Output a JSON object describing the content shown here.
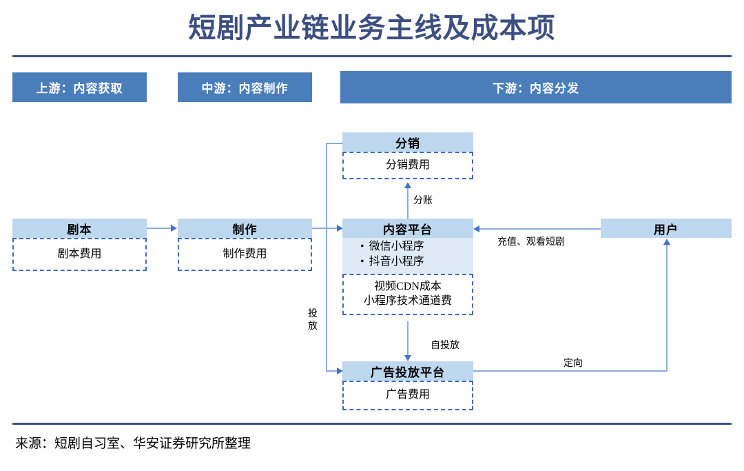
{
  "title": "短剧产业链业务主线及成本项",
  "stages": [
    {
      "id": "upstream",
      "label": "上游：内容获取"
    },
    {
      "id": "midstream",
      "label": "中游：内容制作"
    },
    {
      "id": "downstream",
      "label": "下游：内容分发"
    }
  ],
  "nodes": {
    "script": {
      "head": "剧本",
      "costs": [
        "剧本费用"
      ]
    },
    "produce": {
      "head": "制作",
      "costs": [
        "制作费用"
      ]
    },
    "distrib": {
      "head": "分销",
      "costs": [
        "分销费用"
      ]
    },
    "platform": {
      "head": "内容平台",
      "bullets": [
        "微信小程序",
        "抖音小程序"
      ],
      "costs": [
        "视频CDN成本",
        "小程序技术通道费"
      ]
    },
    "ads": {
      "head": "广告投放平台",
      "costs": [
        "广告费用"
      ]
    },
    "user": {
      "head": "用户"
    }
  },
  "edges": [
    {
      "id": "script-to-produce",
      "label": ""
    },
    {
      "id": "produce-to-platform",
      "label": ""
    },
    {
      "id": "platform-to-distrib",
      "label": "分账"
    },
    {
      "id": "platform-to-ads",
      "label": "自投放"
    },
    {
      "id": "distrib-to-ads",
      "label": "投放"
    },
    {
      "id": "user-to-platform",
      "label": "充值、观看短剧"
    },
    {
      "id": "ads-to-user",
      "label": "定向"
    }
  ],
  "footer": "来源：短剧自习室、华安证券研究所整理",
  "colors": {
    "title": "#3c4f80",
    "stage_bar": "#4a7ebb",
    "node_head": "#bdd7ee",
    "node_body": "#deeaf6",
    "cost_border": "#3a6bc4",
    "connector": "#8faadc",
    "arrow": "#4472c4"
  }
}
